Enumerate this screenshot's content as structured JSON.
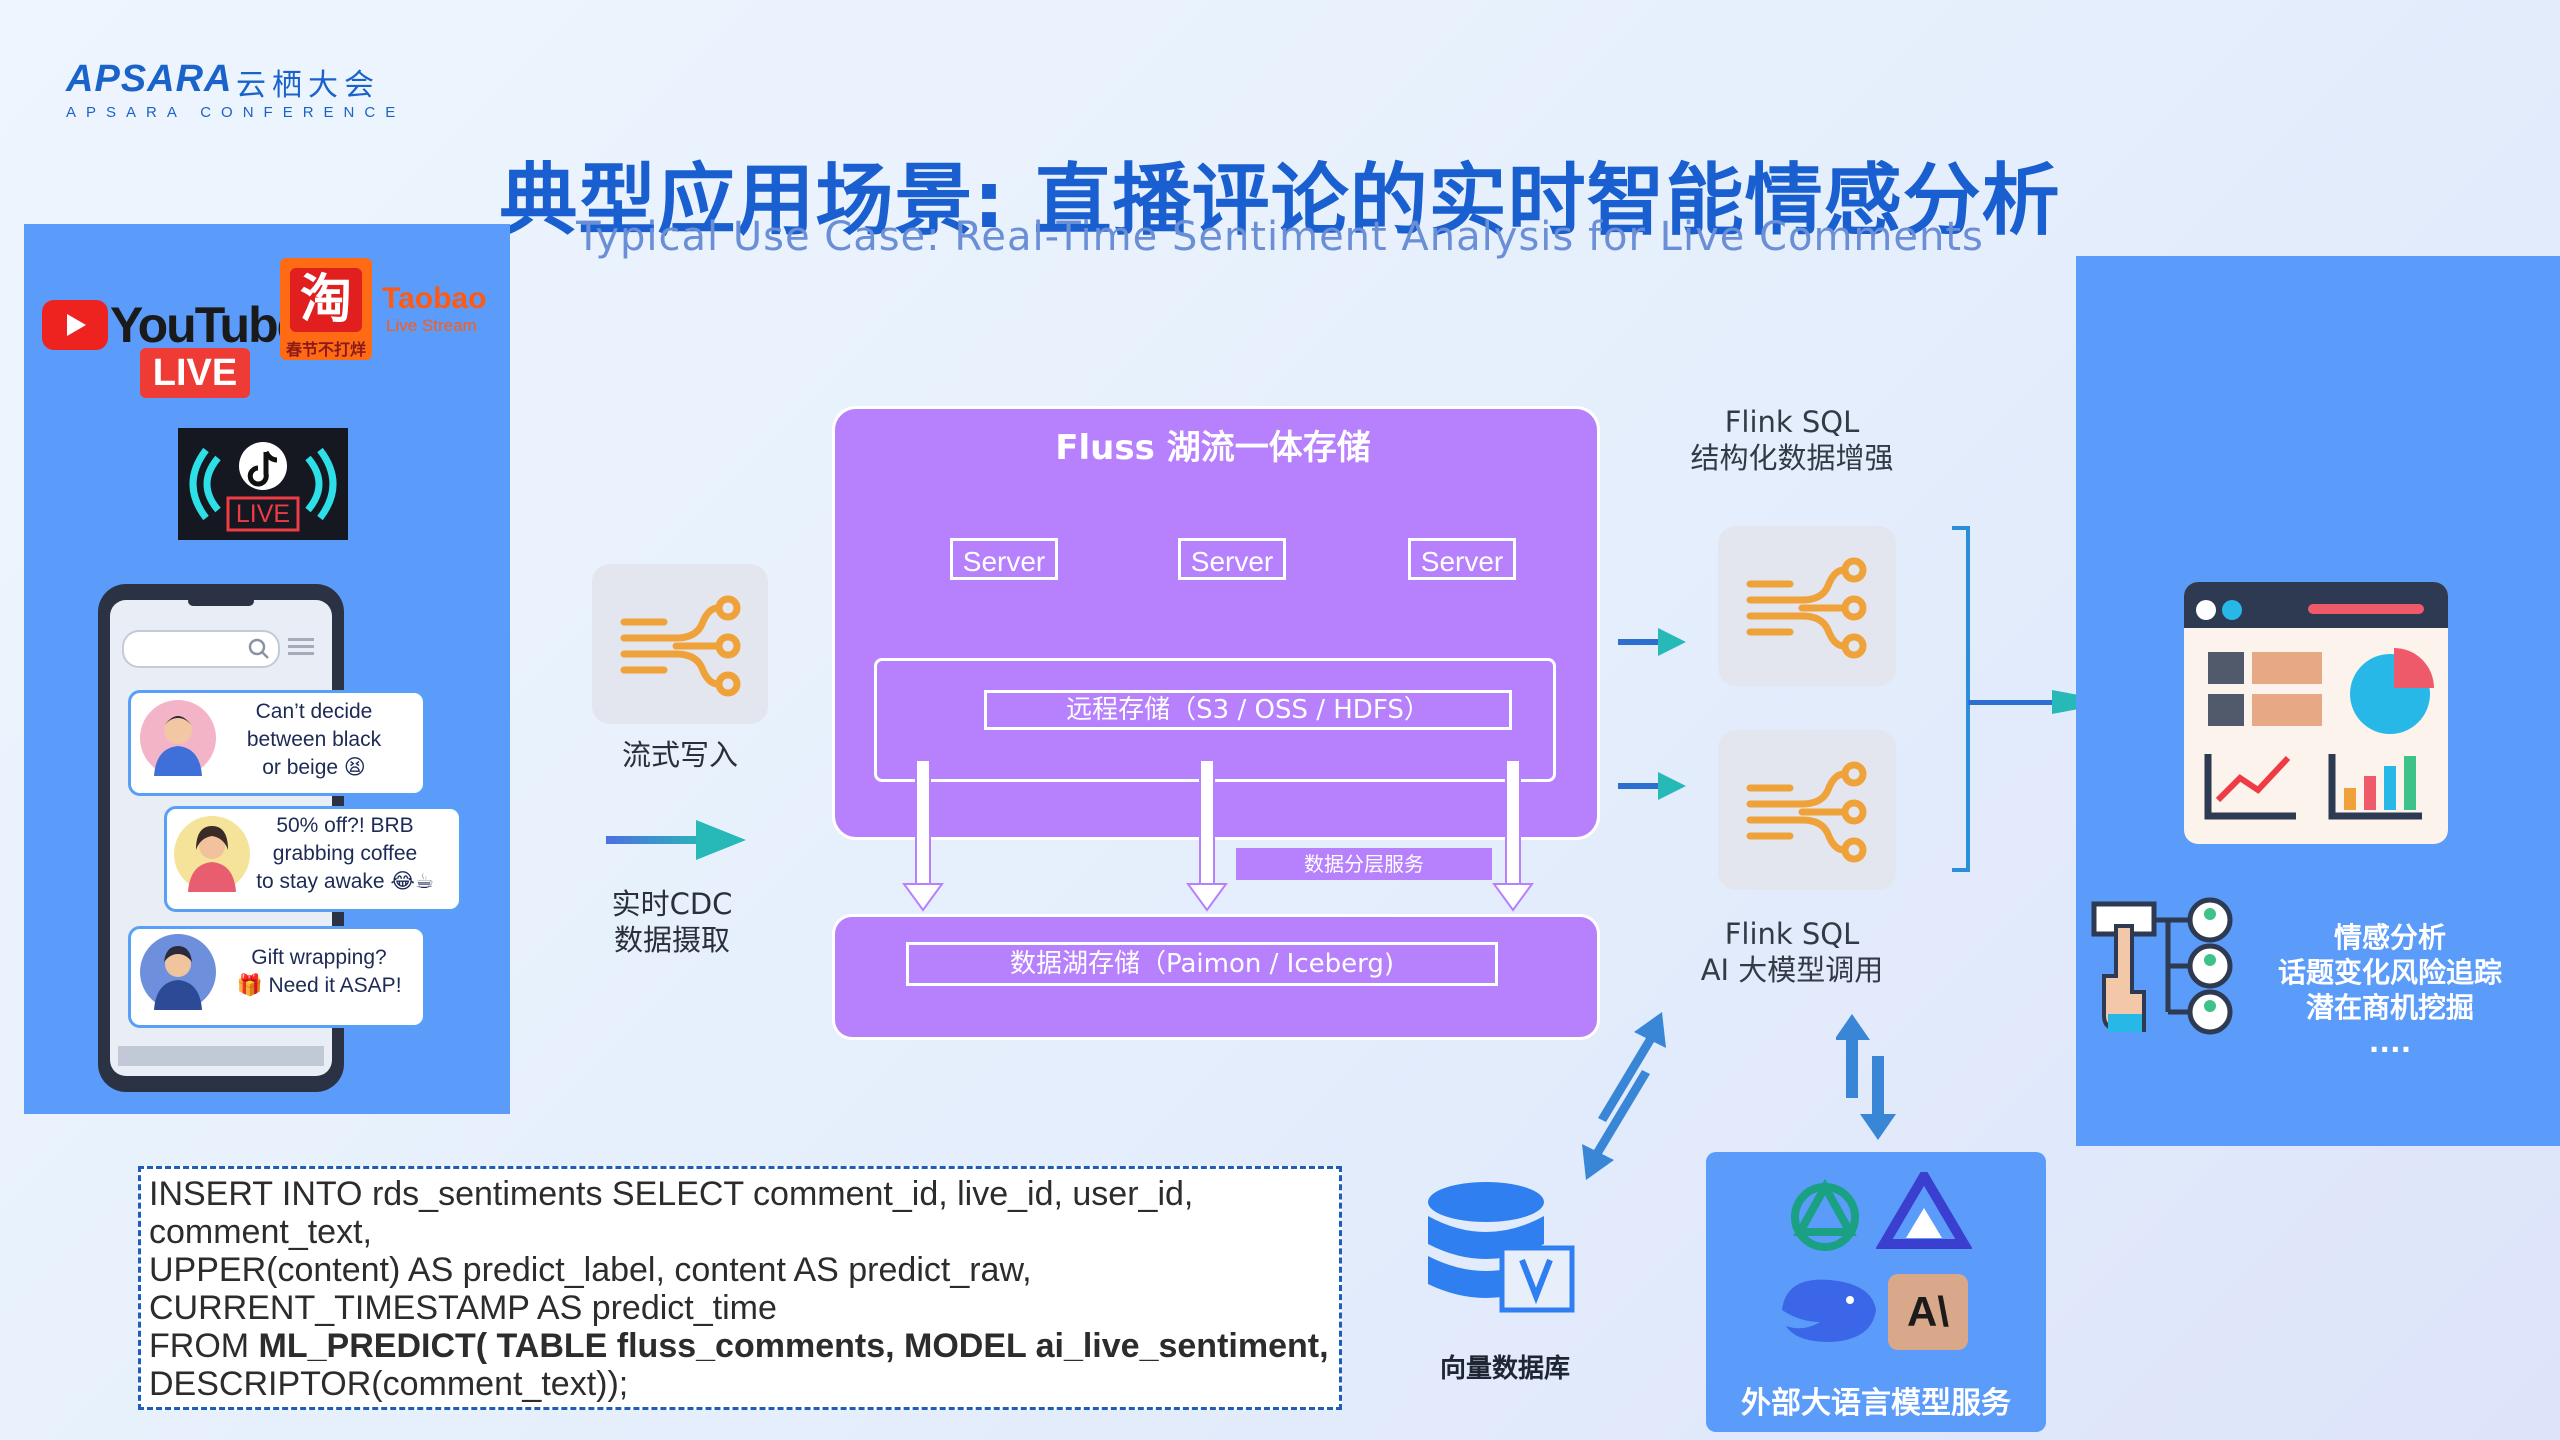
{
  "logo": {
    "word": "APSARA",
    "cn": "云栖大会",
    "sub": "APSARA  CONFERENCE"
  },
  "title": {
    "cn": "典型应用场景: 直播评论的实时智能情感分析",
    "en": "Typical Use Case: Real-Time Sentiment Analysis for Live Comments"
  },
  "sources": {
    "youtube": {
      "name": "YouTube",
      "badge": "LIVE"
    },
    "taobao": {
      "char": "淘",
      "caption": "春节不打烊",
      "name": "Taobao",
      "sub": "Live Stream"
    },
    "tiktok": {
      "badge": "LIVE"
    }
  },
  "comments": [
    {
      "line1": "Can’t decide",
      "line2": "between black",
      "line3": "or beige 😫"
    },
    {
      "line1": "50% off?! BRB",
      "line2": "grabbing coffee",
      "line3": "to stay awake 😂☕"
    },
    {
      "line1": "Gift wrapping?",
      "line2": "🎁 Need it ASAP!"
    }
  ],
  "ingest": {
    "stream_write": "流式写入",
    "cdc_line1": "实时CDC",
    "cdc_line2": "数据摄取"
  },
  "fluss": {
    "title": "Fluss 湖流一体存储",
    "servers": [
      "Server",
      "Server",
      "Server"
    ],
    "remote_storage": "远程存储（S3 / OSS / HDFS）",
    "tiering": "数据分层服务",
    "lake_storage": "数据湖存储（Paimon / Iceberg)"
  },
  "flink_top": {
    "line1": "Flink SQL",
    "line2": "结构化数据增强"
  },
  "flink_bottom": {
    "line1": "Flink SQL",
    "line2": "AI 大模型调用"
  },
  "vector_db": {
    "label": "向量数据库"
  },
  "llm": {
    "label": "外部大语言模型服务",
    "anthropic_mark": "A\\"
  },
  "outputs": {
    "line1": "情感分析",
    "line2": "话题变化风险追踪",
    "line3": "潜在商机挖掘",
    "line4": "...."
  },
  "sql": {
    "l1": "INSERT INTO rds_sentiments SELECT comment_id, live_id, user_id,",
    "l2": "comment_text,",
    "l3": "UPPER(content) AS predict_label, content AS predict_raw,",
    "l4": "CURRENT_TIMESTAMP AS predict_time",
    "l5a": "FROM ",
    "l5b": "ML_PREDICT( TABLE fluss_comments,   MODEL ai_live_sentiment,",
    "l6": "DESCRIPTOR(comment_text));"
  },
  "colors": {
    "title": "#1a5fd0",
    "panel": "#5b9bfa",
    "fluss": "#b780fc",
    "accent": "#f0a23a"
  }
}
